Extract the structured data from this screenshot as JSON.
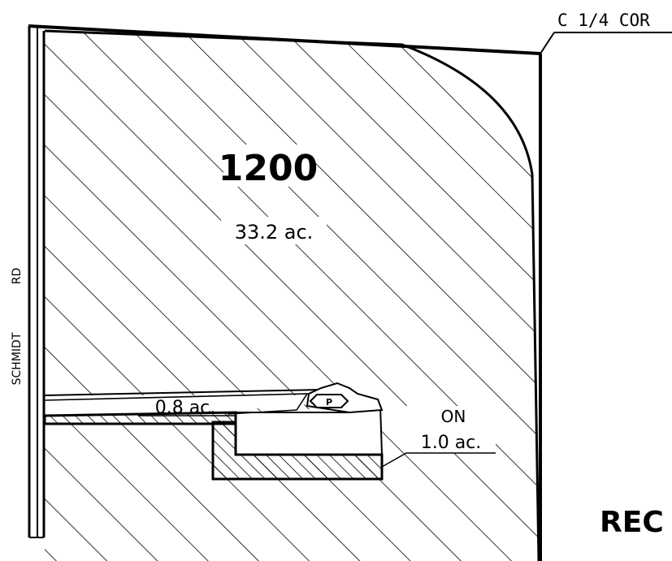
{
  "corner_label": "C 1/4 COR",
  "parcel": {
    "number": "1200",
    "area_main": "33.2 ac.",
    "area_strip": "0.8 ac.",
    "area_on_prefix": "ON",
    "area_on": "1.0 ac.",
    "parking_symbol": "P"
  },
  "road_name": {
    "part1": "SCHMIDT",
    "part2": "RD"
  },
  "title_fragment": "REC"
}
